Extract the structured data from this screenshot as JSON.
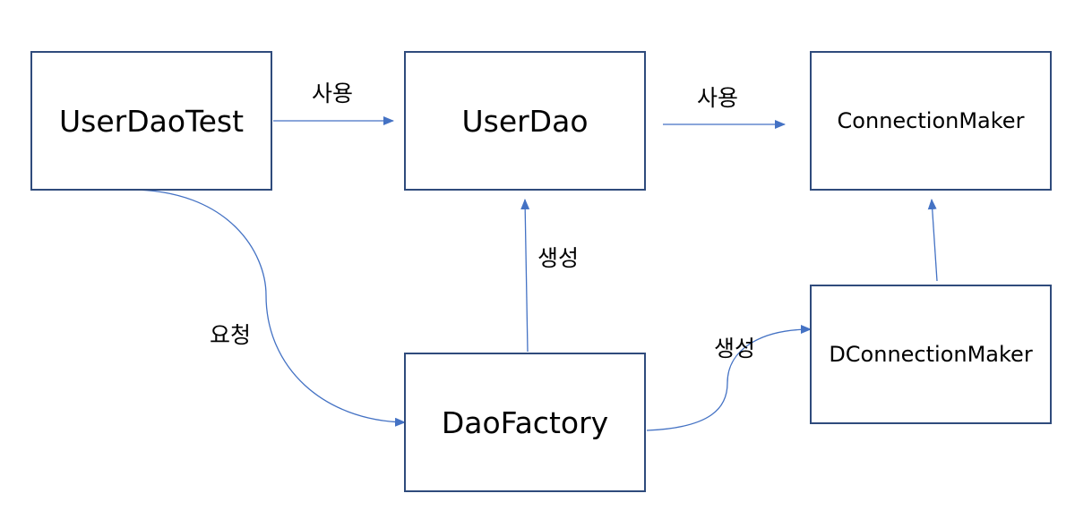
{
  "nodes": {
    "user_dao_test": "UserDaoTest",
    "user_dao": "UserDao",
    "connection_maker": "ConnectionMaker",
    "dao_factory": "DaoFactory",
    "d_connection_maker": "DConnectionMaker"
  },
  "edges": {
    "test_to_dao": "사용",
    "dao_to_maker": "사용",
    "factory_to_dao": "생성",
    "test_to_factory": "요청",
    "factory_to_dmaker": "생성"
  },
  "colors": {
    "box_border": "#2F4B7C",
    "arrow": "#4472C4",
    "text": "#000000"
  }
}
